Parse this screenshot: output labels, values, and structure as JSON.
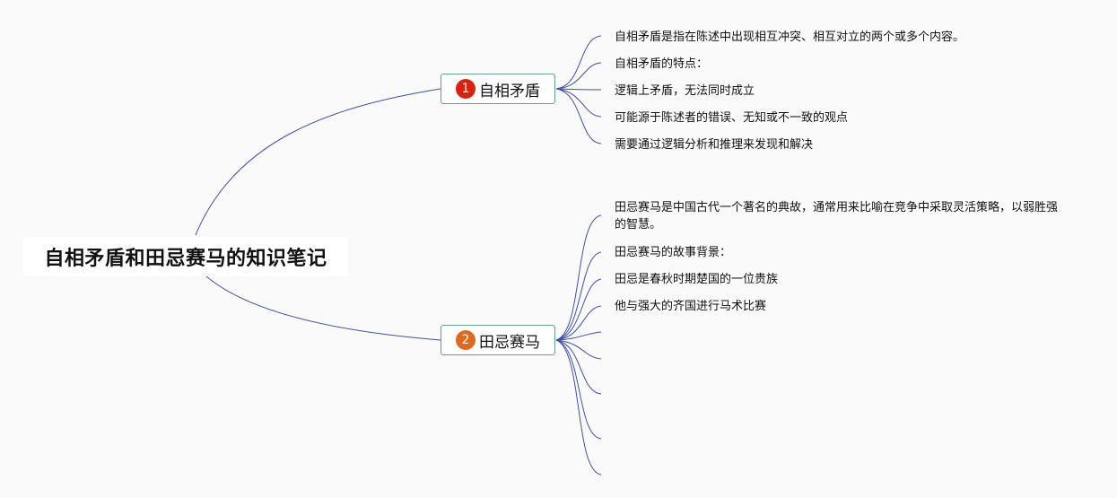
{
  "root": {
    "label": "自相矛盾和田忌赛马的知识笔记"
  },
  "colors": {
    "line": "#3f51a0",
    "badge1": "#d9220e",
    "badge2": "#e06a1b",
    "topicBorder": "#6e9c8c"
  },
  "topics": [
    {
      "number": "1",
      "label": "自相矛盾",
      "children": [
        "自相矛盾是指在陈述中出现相互冲突、相互对立的两个或多个内容。",
        "自相矛盾的特点：",
        "逻辑上矛盾，无法同时成立",
        "可能源于陈述者的错误、无知或不一致的观点",
        "需要通过逻辑分析和推理来发现和解决"
      ]
    },
    {
      "number": "2",
      "label": "田忌赛马",
      "children": [
        "田忌赛马是中国古代一个著名的典故，通常用来比喻在竞争中采取灵活策略，以弱胜强的智慧。",
        "田忌赛马的故事背景：",
        "田忌是春秋时期楚国的一位贵族",
        "他与强大的齐国进行马术比赛",
        "",
        "",
        "",
        "",
        ""
      ]
    }
  ]
}
